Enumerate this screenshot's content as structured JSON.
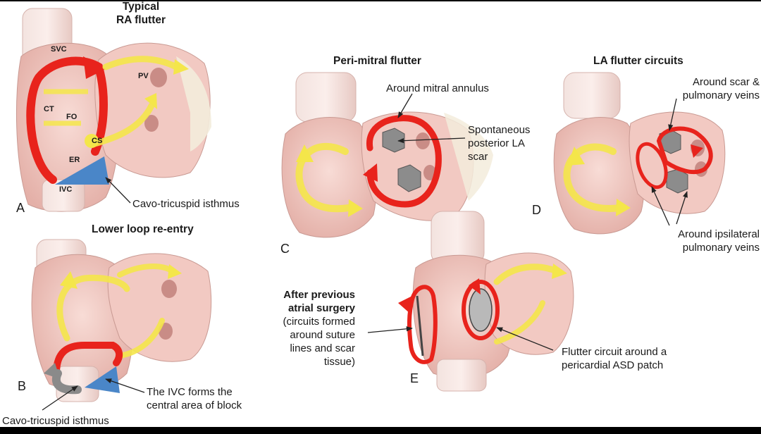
{
  "panels": {
    "a": {
      "letter": "A",
      "title_line1": "Typical",
      "title_line2": "RA flutter",
      "labels": {
        "svc": "SVC",
        "pv": "PV",
        "ct": "CT",
        "fo": "FO",
        "cs": "CS",
        "er": "ER",
        "ivc": "IVC"
      },
      "callout_isthmus": "Cavo-tricuspid isthmus"
    },
    "b": {
      "letter": "B",
      "title": "Lower loop re-entry",
      "callout_block_line1": "The IVC forms the",
      "callout_block_line2": "central area of block",
      "callout_isthmus": "Cavo-tricuspid isthmus"
    },
    "c": {
      "letter": "C",
      "title": "Peri-mitral flutter",
      "callout_annulus": "Around mitral annulus",
      "callout_scar_line1": "Spontaneous",
      "callout_scar_line2": "posterior LA",
      "callout_scar_line3": "scar"
    },
    "d": {
      "letter": "D",
      "title": "LA flutter circuits",
      "callout_scar_line1": "Around scar &",
      "callout_scar_line2": "pulmonary veins",
      "callout_ipsi_line1": "Around ipsilateral",
      "callout_ipsi_line2": "pulmonary veins"
    },
    "e": {
      "letter": "E",
      "surgery_line1": "After previous",
      "surgery_line2": "atrial surgery",
      "surgery_line3": "(circuits formed",
      "surgery_line4": "around suture",
      "surgery_line5": "lines and scar",
      "surgery_line6": "tissue)",
      "callout_patch_line1": "Flutter circuit around a",
      "callout_patch_line2": "pericardial ASD patch"
    }
  },
  "colors": {
    "circuit_red": "#e8231c",
    "conduction_yellow": "#f4e64a",
    "isthmus_blue": "#4a86c8",
    "block_gray": "#8a8a8a",
    "tissue_pink": "#f2cfc9",
    "vessel_pink": "#f6e2de"
  }
}
